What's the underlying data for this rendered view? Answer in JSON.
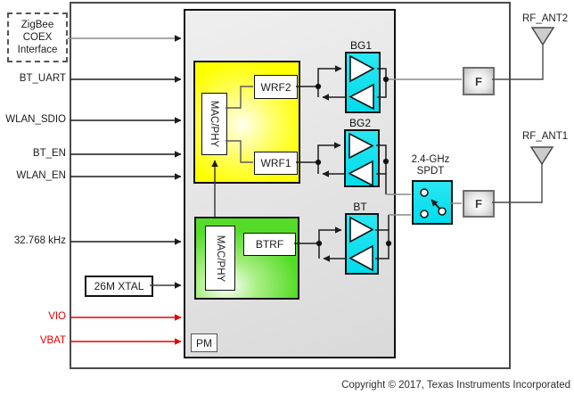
{
  "page": {
    "copyright": "Copyright © 2017, Texas Instruments Incorporated"
  },
  "inputs": {
    "zigbee": {
      "line1": "ZigBee",
      "line2": "COEX",
      "line3": "Interface"
    },
    "bt_uart": "BT_UART",
    "wlan_sdio": "WLAN_SDIO",
    "bt_en": "BT_EN",
    "wlan_en": "WLAN_EN",
    "clock": "32.768 kHz",
    "xtal": "26M XTAL",
    "vio": "VIO",
    "vbat": "VBAT"
  },
  "soc": {
    "wlan": {
      "mac_phy": "MAC/PHY",
      "wrf2": "WRF2",
      "wrf1": "WRF1"
    },
    "bt": {
      "mac_phy": "MAC/PHY",
      "btrf": "BTRF"
    },
    "pm": "PM"
  },
  "rf": {
    "bg1": "BG1",
    "bg2": "BG2",
    "bt": "BT",
    "spdt": {
      "line1": "2.4-GHz",
      "line2": "SPDT"
    },
    "filter_top": "F",
    "filter_bottom": "F",
    "ant_top": "RF_ANT2",
    "ant_bottom": "RF_ANT1"
  },
  "colors": {
    "amp_cyan": "#00dcec",
    "wlan_yellow": "#ffff00",
    "bt_green": "#55dc28",
    "power_red": "#e60000",
    "block_gray": "#e3e3e3"
  }
}
